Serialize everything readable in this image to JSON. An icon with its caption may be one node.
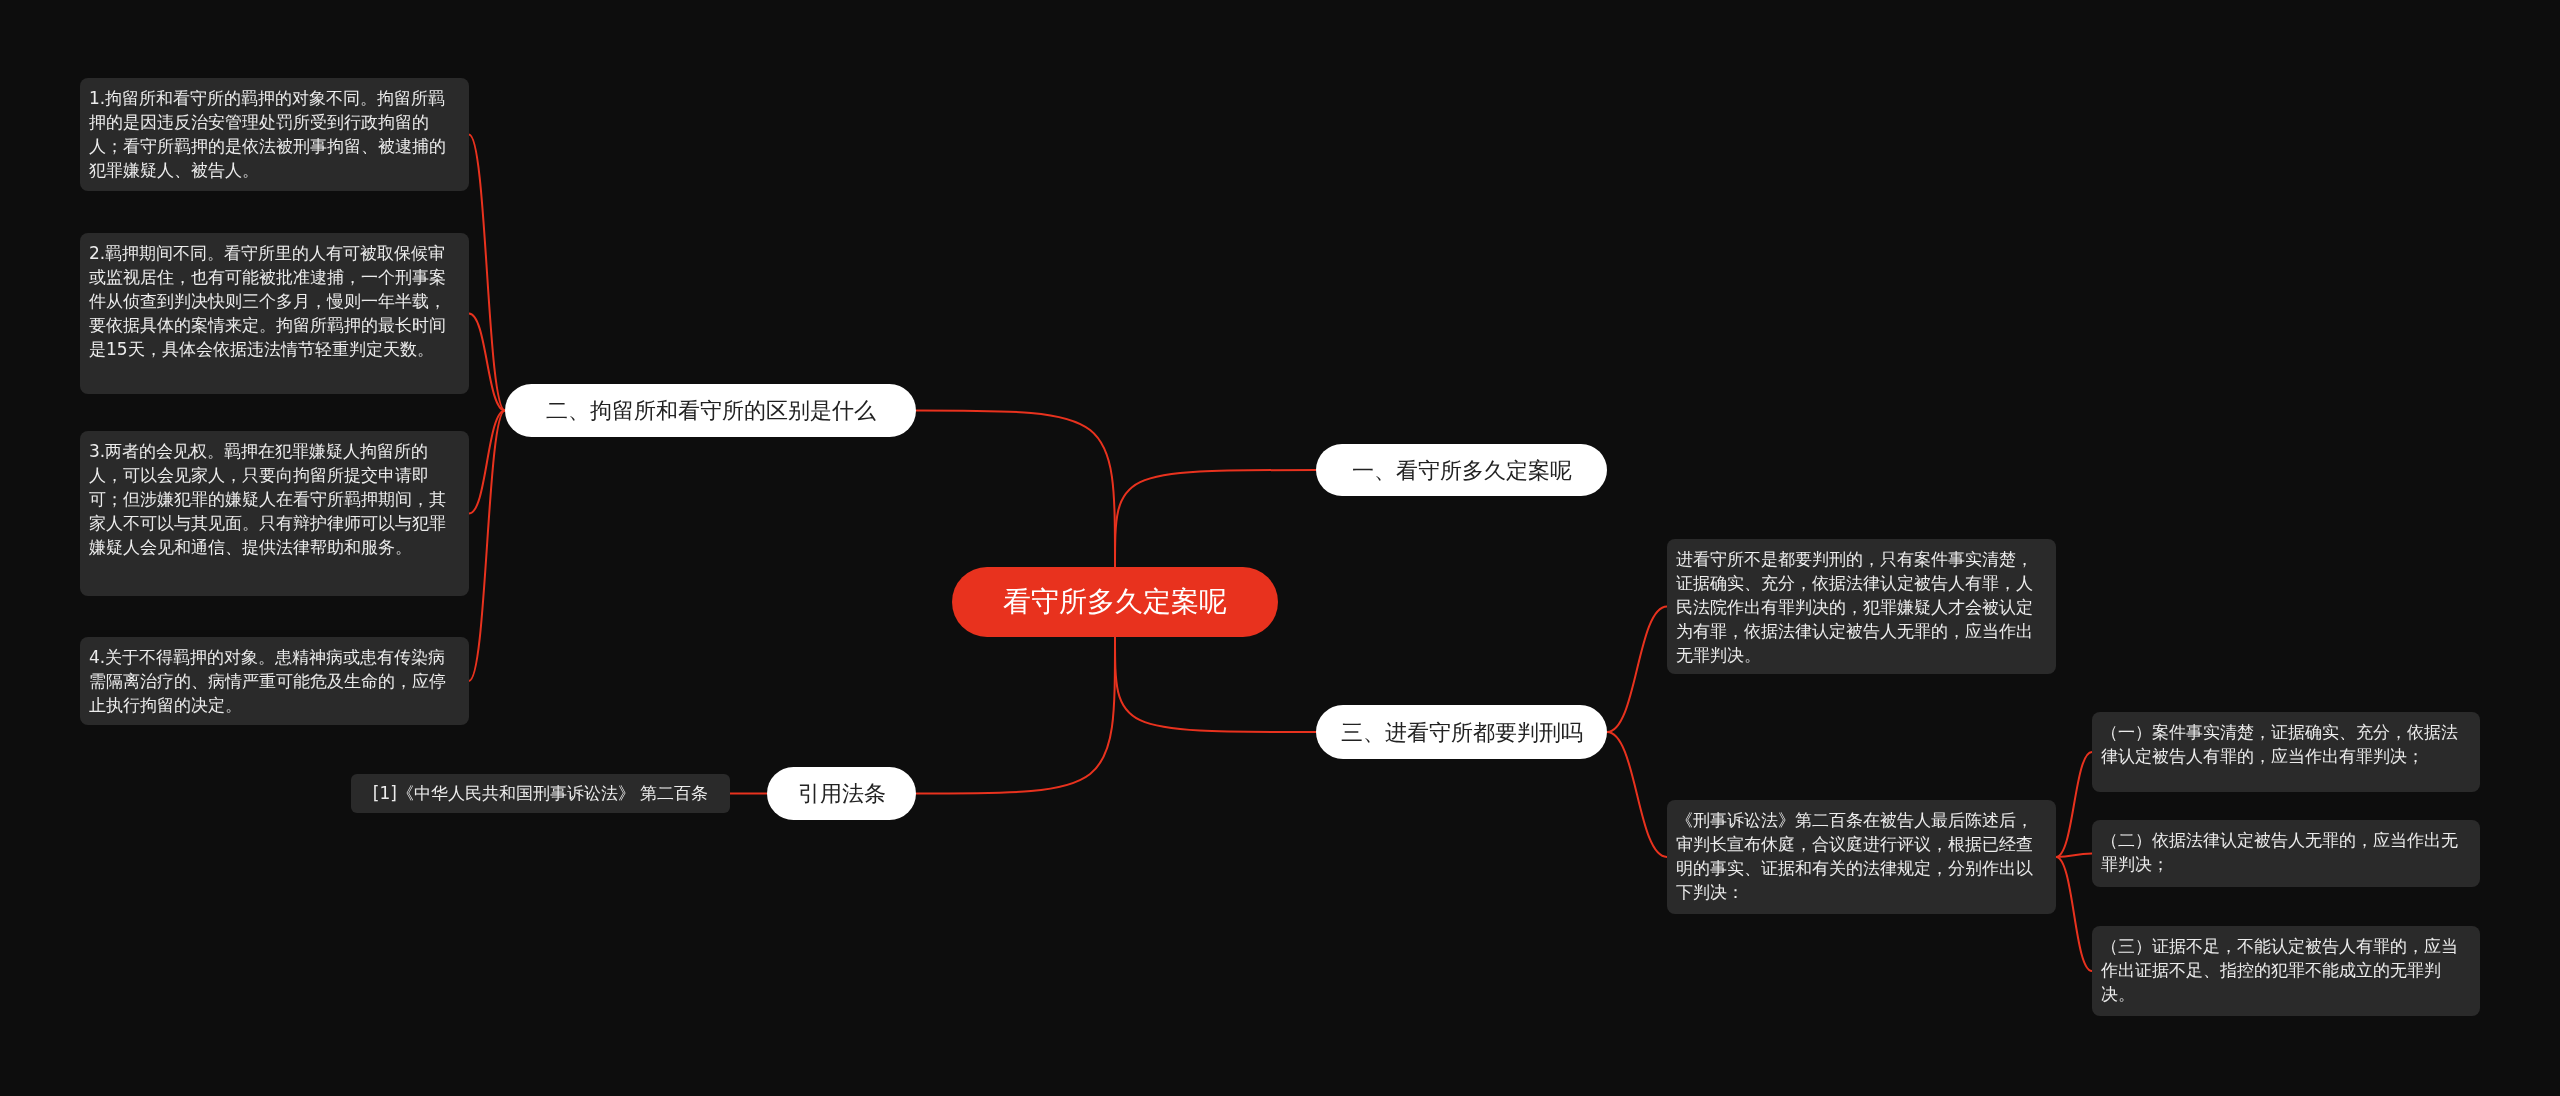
{
  "diagram": {
    "nodes": [
      {
        "text": [
          "看守所多久定案呢"
        ]
      },
      {
        "text": [
          "二、拘留所和看守所的区别是什么"
        ]
      },
      {
        "text": [
          "1.拘留所和看守所的羁押的对象不同。拘留所羁押的是因违反治安管理处罚所受到行政拘留的人；看守所羁押的是依法被刑事拘留、被逮捕的犯罪嫌疑人、被告人。"
        ]
      },
      {
        "text": [
          "2.羁押期间不同。看守所里的人有可被取保候审或监视居住，也有可能被批准逮捕，一个刑事案件从侦查到判决快则三个多月，慢则一年半载，要依据具体的案情来定。拘留所羁押的最长时间是15天，具体会依据违法情节轻重判定天数。"
        ]
      },
      {
        "text": [
          "3.两者的会见权。羁押在犯罪嫌疑人拘留所的人，可以会见家人，只要向拘留所提交申请即可；但涉嫌犯罪的嫌疑人在看守所羁押期间，其家人不可以与其见面。只有辩护律师可以与犯罪嫌疑人会见和通信、提供法律帮助和服务。"
        ]
      },
      {
        "text": [
          "4.关于不得羁押的对象。患精神病或患有传染病需隔离治疗的、病情严重可能危及生命的，应停止执行拘留的决定。"
        ]
      },
      {
        "text": [
          "一、看守所多久定案呢"
        ]
      },
      {
        "text": [
          "三、进看守所都要判刑吗"
        ]
      },
      {
        "text": [
          "进看守所不是都要判刑的，只有案件事实清楚，证据确实、充分，依据法律认定被告人有罪，人民法院作出有罪判决的，犯罪嫌疑人才会被认定为有罪，依据法律认定被告人无罪的，应当作出无罪判决。"
        ]
      },
      {
        "text": [
          "《刑事诉讼法》第二百条在被告人最后陈述后，审判长宣布休庭，合议庭进行评议，根据已经查明的事实、证据和有关的法律规定，分别作出以下判决："
        ]
      },
      {
        "text": [
          "（一）案件事实清楚，证据确实、充分，依据法律认定被告人有罪的，应当作出有罪判决；"
        ]
      },
      {
        "text": [
          "（二）依据法律认定被告人无罪的，应当作出无罪判决；"
        ]
      },
      {
        "text": [
          "（三）证据不足，不能认定被告人有罪的，应当作出证据不足、指控的犯罪不能成立的无罪判决。"
        ]
      },
      {
        "text": [
          "引用法条"
        ]
      },
      {
        "text": [
          "[1]《中华人民共和国刑事诉讼法》 第二百条"
        ]
      }
    ],
    "edges": [
      {
        "from": 0,
        "to": 1,
        "arrow": "none"
      },
      {
        "from": 1,
        "to": 2,
        "arrow": "none"
      },
      {
        "from": 1,
        "to": 3,
        "arrow": "none"
      },
      {
        "from": 1,
        "to": 4,
        "arrow": "none"
      },
      {
        "from": 1,
        "to": 5,
        "arrow": "none"
      },
      {
        "from": 0,
        "to": 6,
        "arrow": "none"
      },
      {
        "from": 0,
        "to": 7,
        "arrow": "none"
      },
      {
        "from": 7,
        "to": 8,
        "arrow": "none"
      },
      {
        "from": 7,
        "to": 9,
        "arrow": "none"
      },
      {
        "from": 9,
        "to": 10,
        "arrow": "none"
      },
      {
        "from": 9,
        "to": 11,
        "arrow": "none"
      },
      {
        "from": 9,
        "to": 12,
        "arrow": "none"
      },
      {
        "from": 0,
        "to": 13,
        "arrow": "none"
      },
      {
        "from": 13,
        "to": 14,
        "arrow": "none"
      }
    ]
  }
}
